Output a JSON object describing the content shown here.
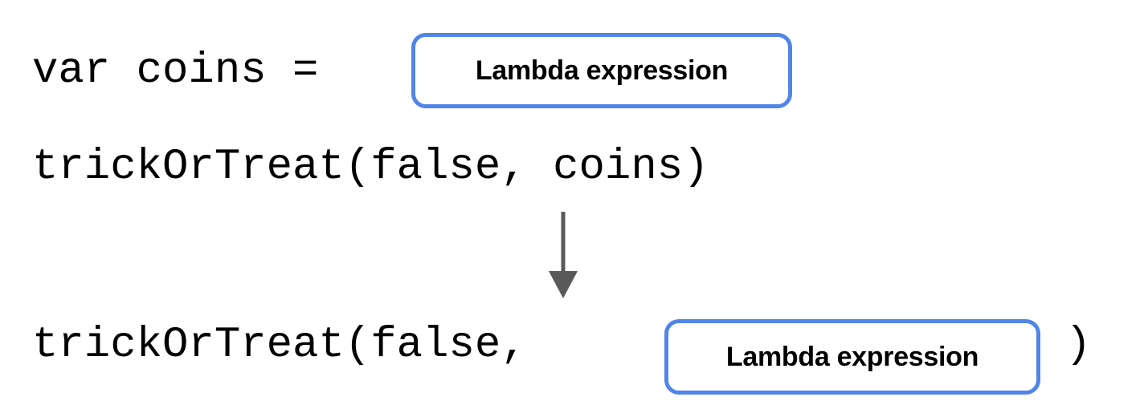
{
  "diagram": {
    "title": "Lambda expression trailing-lambda transformation",
    "background_color": "#ffffff",
    "code_color": "#000000",
    "accent_color": "#5185e8",
    "arrow_color": "#595959",
    "badge_fill": "#ffffff"
  },
  "before": {
    "line1": {
      "code_prefix": "var coins = ",
      "badge_label": "Lambda expression"
    },
    "line2": {
      "code": "trickOrTreat(false, coins)"
    }
  },
  "arrow": {
    "direction": "down",
    "name": "transforms-into"
  },
  "after": {
    "line3": {
      "code_prefix": "trickOrTreat(false, ",
      "badge_label": "Lambda expression",
      "code_suffix": ")"
    }
  }
}
